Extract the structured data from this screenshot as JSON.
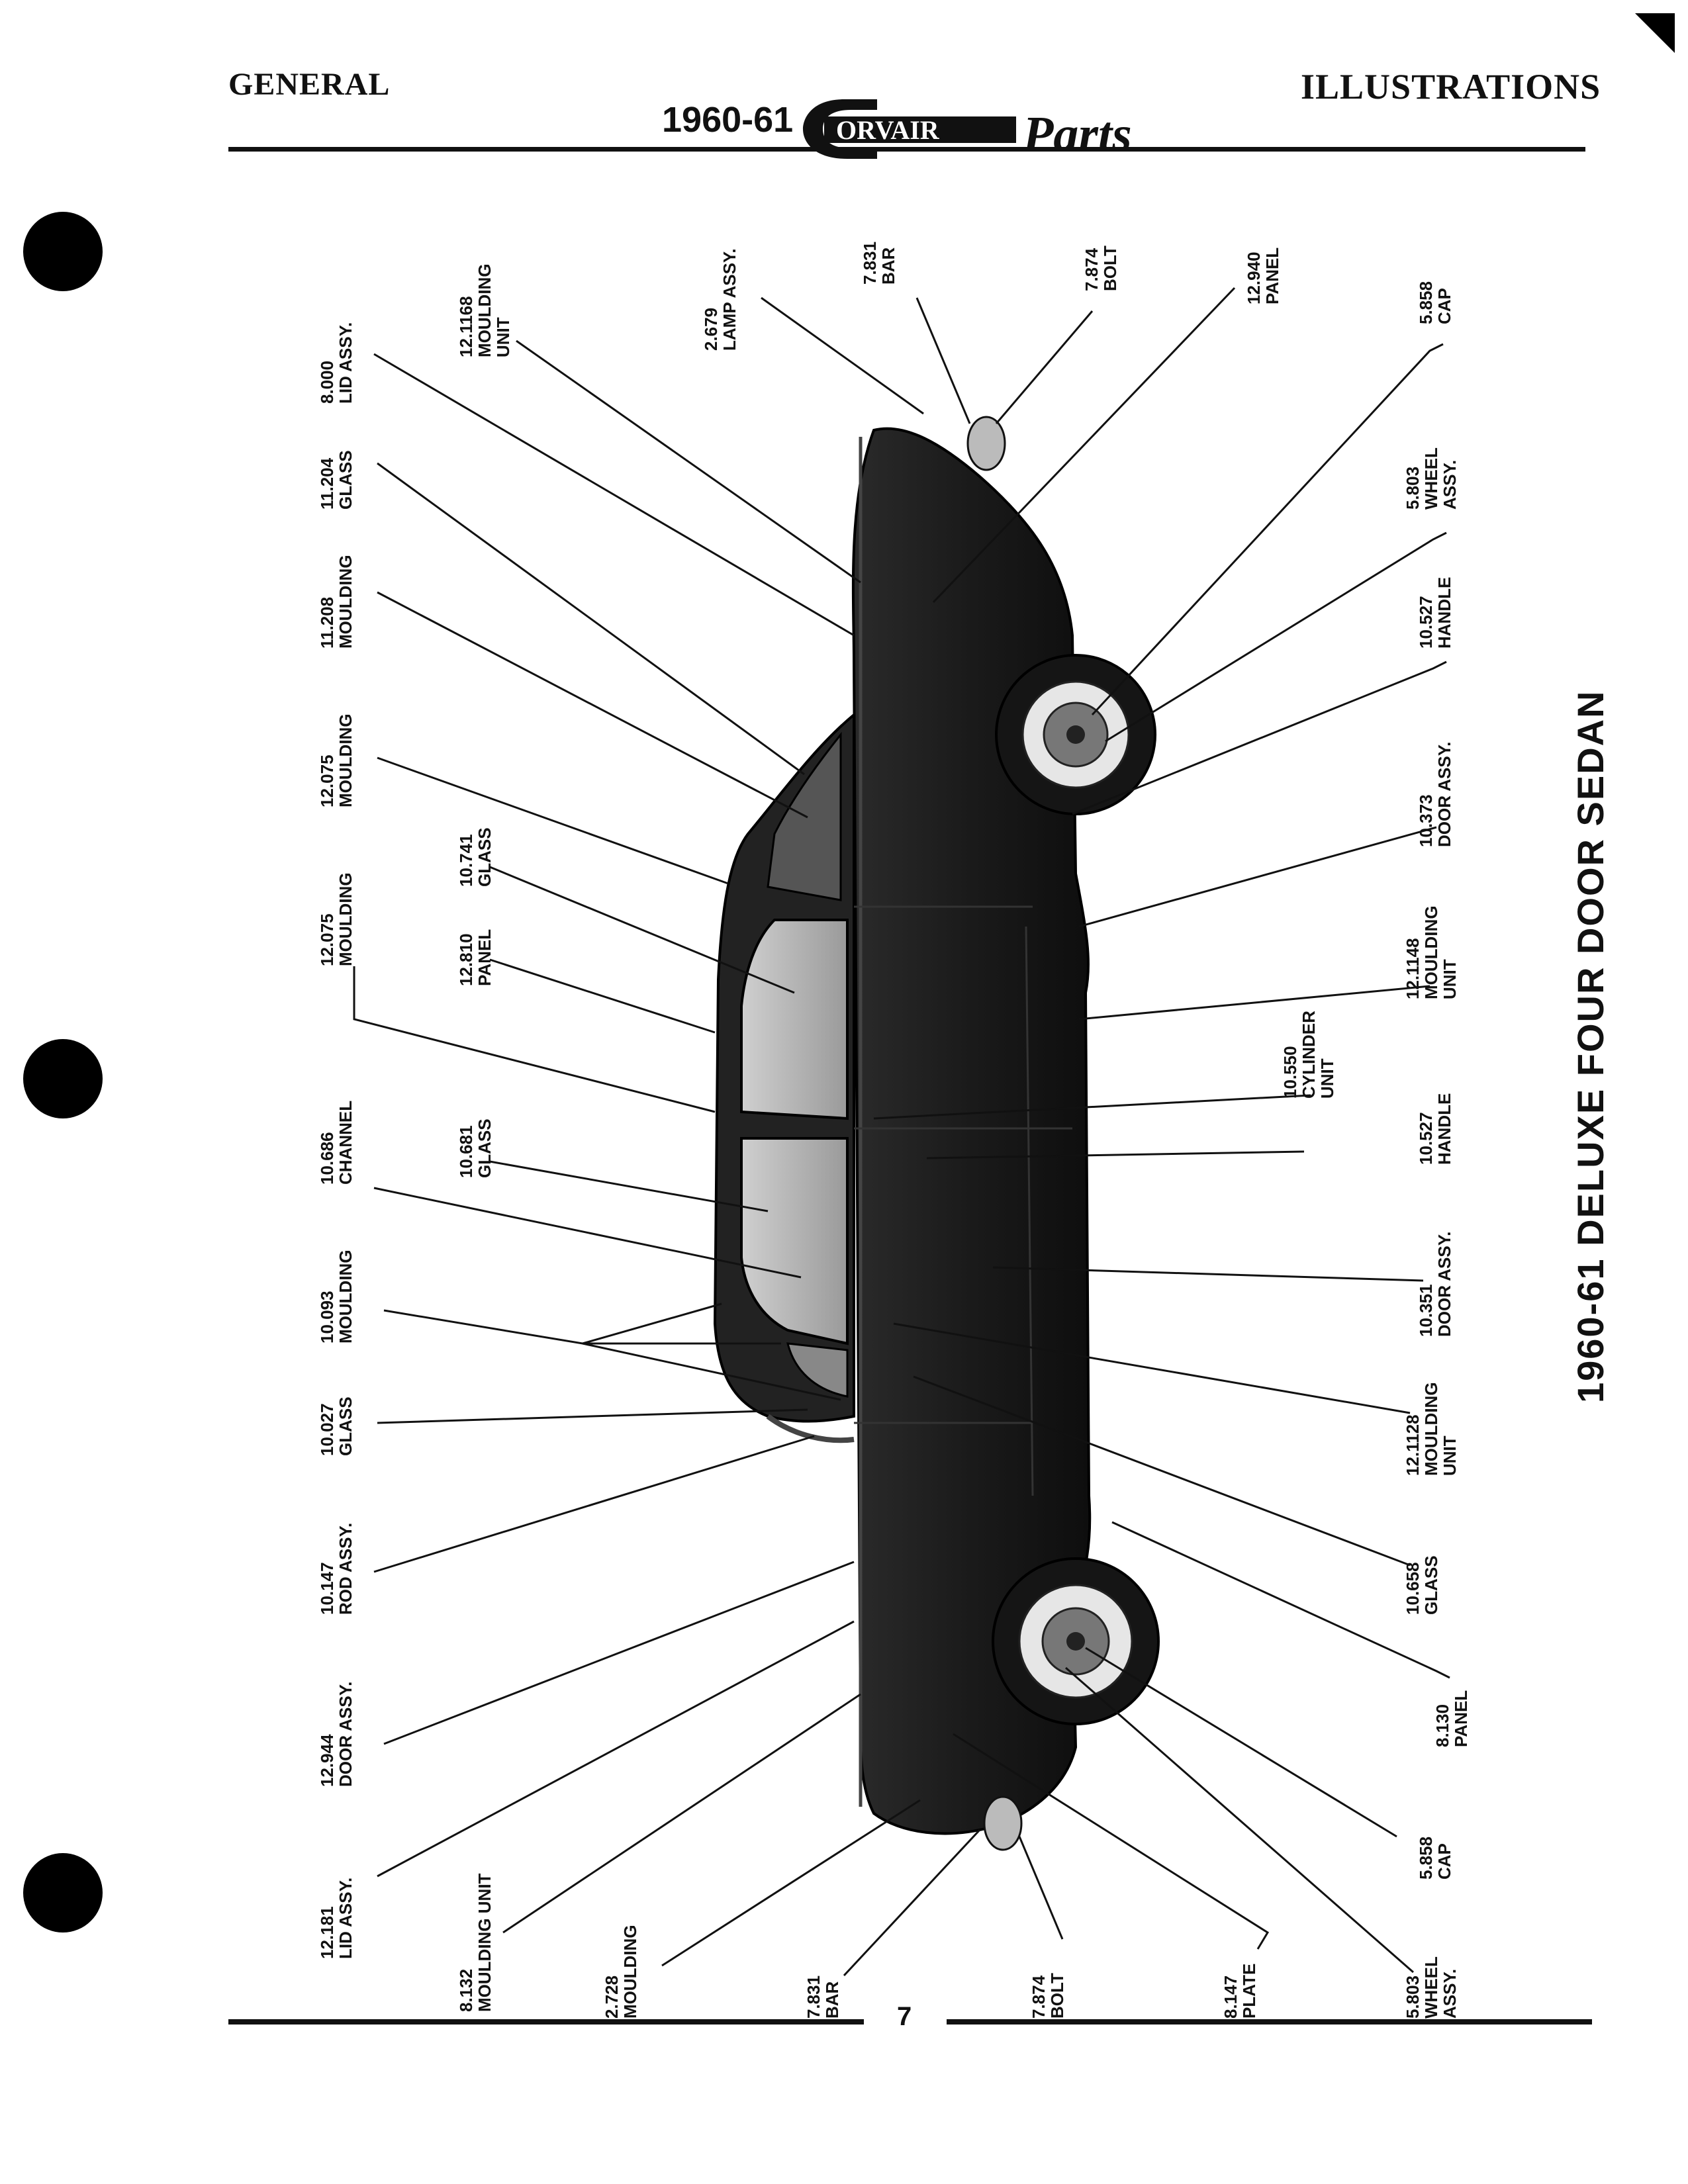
{
  "header": {
    "left": "GENERAL",
    "right": "ILLUSTRATIONS",
    "years": "1960-61",
    "brand": "ORVAIR",
    "brand_initial": "C",
    "script": "Parts"
  },
  "side_title": "1960-61 DELUXE FOUR DOOR SEDAN",
  "page_number": "7",
  "callouts": [
    {
      "num": "8.000",
      "name": "LID ASSY."
    },
    {
      "num": "12.1168",
      "name": "MOULDING",
      "name2": "UNIT"
    },
    {
      "num": "2.679",
      "name": "LAMP ASSY."
    },
    {
      "num": "7.831",
      "name": "BAR"
    },
    {
      "num": "7.874",
      "name": "BOLT"
    },
    {
      "num": "12.940",
      "name": "PANEL"
    },
    {
      "num": "5.858",
      "name": "CAP"
    },
    {
      "num": "11.204",
      "name": "GLASS"
    },
    {
      "num": "5.803",
      "name": "WHEEL",
      "name2": "ASSY."
    },
    {
      "num": "11.208",
      "name": "MOULDING"
    },
    {
      "num": "10.527",
      "name": "HANDLE"
    },
    {
      "num": "12.075",
      "name": "MOULDING"
    },
    {
      "num": "10.741",
      "name": "GLASS"
    },
    {
      "num": "10.373",
      "name": "DOOR ASSY."
    },
    {
      "num": "12.075",
      "name": "MOULDING"
    },
    {
      "num": "12.810",
      "name": "PANEL"
    },
    {
      "num": "12.1148",
      "name": "MOULDING",
      "name2": "UNIT"
    },
    {
      "num": "10.550",
      "name": "CYLINDER",
      "name2": "UNIT"
    },
    {
      "num": "10.686",
      "name": "CHANNEL"
    },
    {
      "num": "10.681",
      "name": "GLASS"
    },
    {
      "num": "10.527",
      "name": "HANDLE"
    },
    {
      "num": "10.093",
      "name": "MOULDING"
    },
    {
      "num": "10.351",
      "name": "DOOR ASSY."
    },
    {
      "num": "10.027",
      "name": "GLASS"
    },
    {
      "num": "12.1128",
      "name": "MOULDING",
      "name2": "UNIT"
    },
    {
      "num": "10.147",
      "name": "ROD ASSY."
    },
    {
      "num": "10.658",
      "name": "GLASS"
    },
    {
      "num": "12.944",
      "name": "DOOR ASSY."
    },
    {
      "num": "8.130",
      "name": "PANEL"
    },
    {
      "num": "12.181",
      "name": "LID ASSY."
    },
    {
      "num": "8.132",
      "name": "MOULDING UNIT"
    },
    {
      "num": "2.728",
      "name": "MOULDING"
    },
    {
      "num": "7.831",
      "name": "BAR"
    },
    {
      "num": "7.874",
      "name": "BOLT"
    },
    {
      "num": "8.147",
      "name": "PLATE"
    },
    {
      "num": "5.858",
      "name": "CAP"
    },
    {
      "num": "5.803",
      "name": "WHEEL",
      "name2": "ASSY."
    }
  ]
}
